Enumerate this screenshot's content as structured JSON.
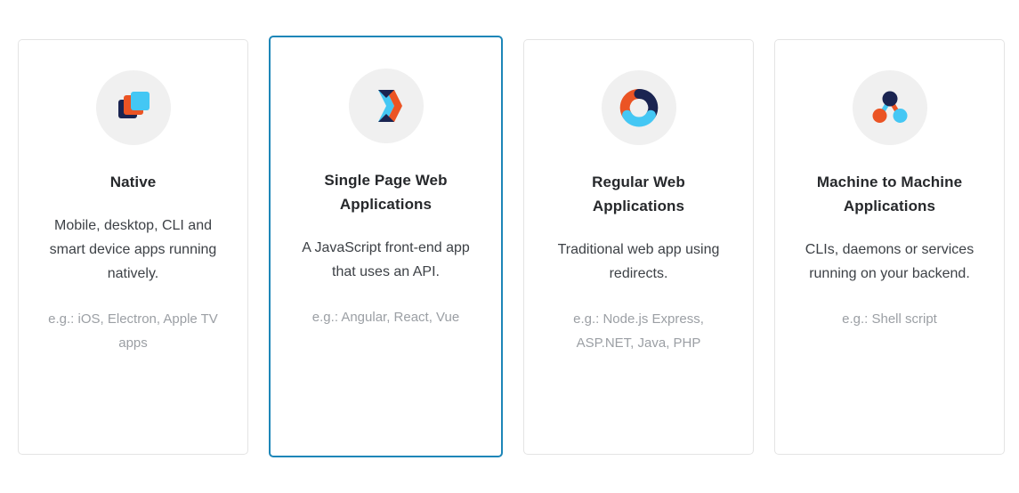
{
  "colors": {
    "navy": "#1a2451",
    "orange": "#eb5424",
    "light_blue": "#44c7f4",
    "selected_border": "#1d86b8",
    "card_border": "#e4e4e4",
    "icon_circle_bg": "#f0f0f0",
    "title_text": "#26282b",
    "body_text": "#3d4146",
    "muted_text": "#9b9fa4",
    "page_bg": "#ffffff"
  },
  "cards": [
    {
      "id": "native",
      "icon": "stacked-squares-icon",
      "title": "Native",
      "description": "Mobile, desktop, CLI and smart device apps running natively.",
      "examples": "e.g.: iOS, Electron, Apple TV apps",
      "selected": false
    },
    {
      "id": "single-page-web-applications",
      "icon": "hexagon-chevrons-icon",
      "title": "Single Page Web Applications",
      "description": "A JavaScript front-end app that uses an API.",
      "examples": "e.g.: Angular, React, Vue",
      "selected": true
    },
    {
      "id": "regular-web-applications",
      "icon": "donut-chart-icon",
      "title": "Regular Web Applications",
      "description": "Traditional web app using redirects.",
      "examples": "e.g.: Node.js Express, ASP.NET, Java, PHP",
      "selected": false
    },
    {
      "id": "machine-to-machine-applications",
      "icon": "node-graph-icon",
      "title": "Machine to Machine Applications",
      "description": "CLIs, daemons or services running on your backend.",
      "examples": "e.g.: Shell script",
      "selected": false
    }
  ]
}
